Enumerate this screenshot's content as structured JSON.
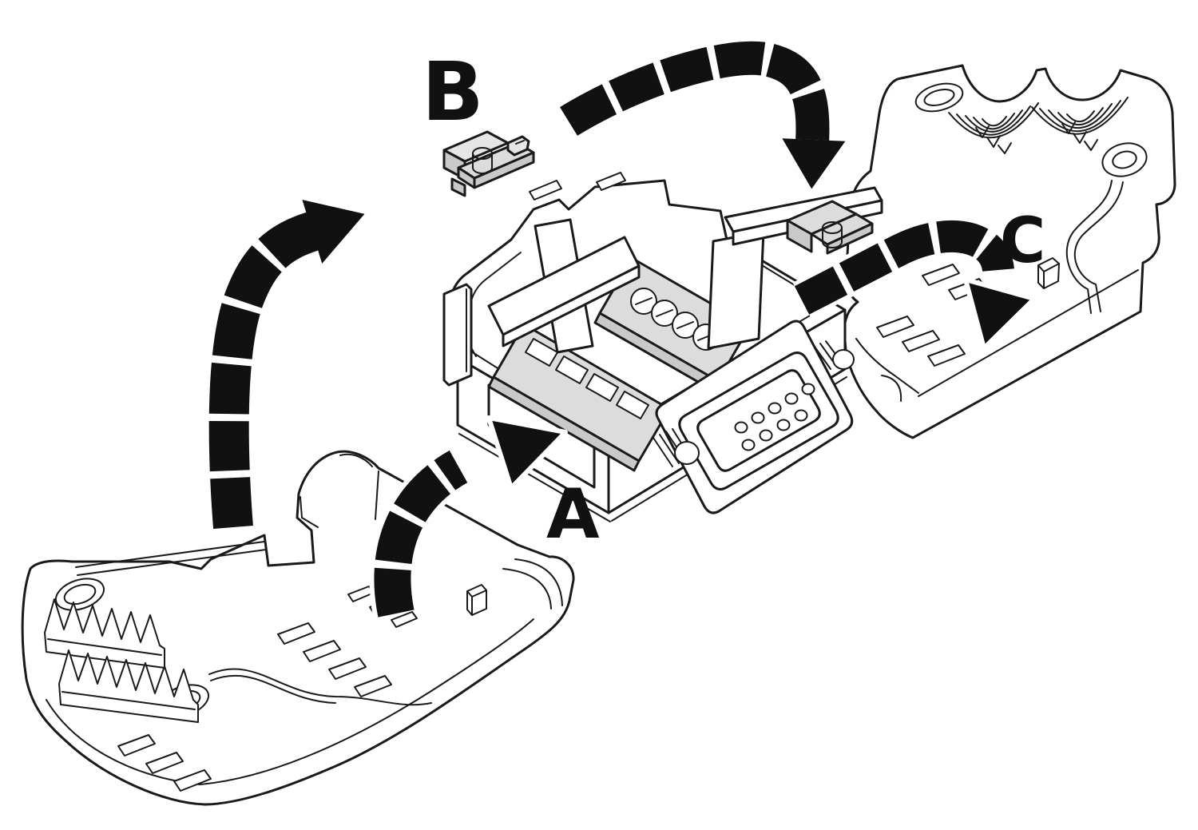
{
  "figure": {
    "background_color": "#ffffff",
    "line_color": "#1a1a1a",
    "part_fill_color": "#ffffff",
    "accent_gray": "#dcdcdc",
    "accent_gray_dark": "#c9c9c9",
    "accent_gray_light": "#e6e6e6",
    "arrow_color": "#111111"
  },
  "labels": {
    "step_a": "A",
    "step_b": "B",
    "step_c": "C"
  },
  "icons": {
    "arrow_lift": "segmented-curved-arrow-up-right-icon",
    "arrow_cover_a": "segmented-curved-arrow-up-right-icon",
    "arrow_clip_b": "segmented-curved-arrow-down-icon",
    "arrow_cover_c": "segmented-hook-arrow-down-left-icon"
  }
}
